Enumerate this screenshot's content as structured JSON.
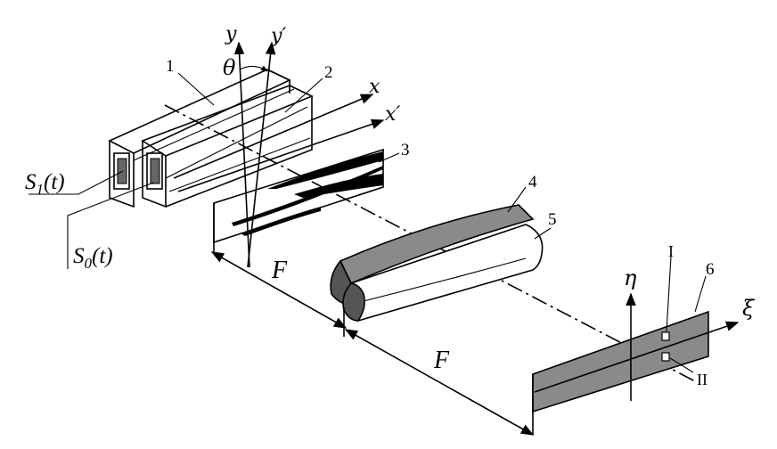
{
  "labels": {
    "y": "y",
    "y_prime": "y′",
    "x": "x",
    "x_prime": "x′",
    "theta": "θ",
    "n1": "1",
    "n2": "2",
    "n3": "3",
    "n4": "4",
    "n5": "5",
    "n6": "6",
    "s1": "S",
    "s1_sub": "1",
    "s1_t": "(t)",
    "s0": "S",
    "s0_sub": "0",
    "s0_t": "(t)",
    "F1": "F",
    "F2": "F",
    "eta": "η",
    "xi": "ξ",
    "roman1": "I",
    "roman2": "II"
  },
  "colors": {
    "ink": "#000000",
    "gray_fill": "#8a8a8a",
    "dark_fill": "#555555",
    "paper": "#ffffff"
  }
}
